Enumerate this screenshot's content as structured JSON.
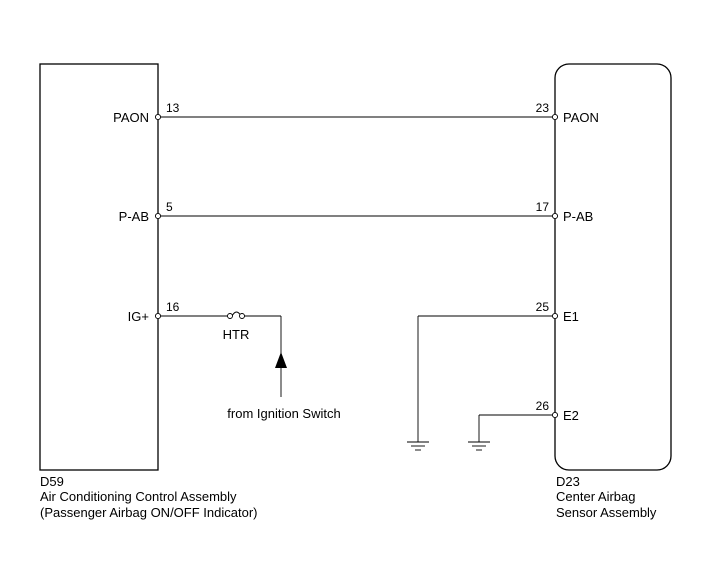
{
  "left_component": {
    "code": "D59",
    "name_line1": "Air Conditioning Control Assembly",
    "name_line2": "(Passenger Airbag ON/OFF Indicator)"
  },
  "right_component": {
    "code": "D23",
    "name_line1": "Center Airbag",
    "name_line2": "Sensor Assembly"
  },
  "left_terminals": [
    {
      "label": "PAON",
      "pin": "13"
    },
    {
      "label": "P-AB",
      "pin": "5"
    },
    {
      "label": "IG+",
      "pin": "16"
    }
  ],
  "right_terminals": [
    {
      "label": "PAON",
      "pin": "23"
    },
    {
      "label": "P-AB",
      "pin": "17"
    },
    {
      "label": "E1",
      "pin": "25"
    },
    {
      "label": "E2",
      "pin": "26"
    }
  ],
  "fuse_label": "HTR",
  "source_label": "from Ignition Switch"
}
